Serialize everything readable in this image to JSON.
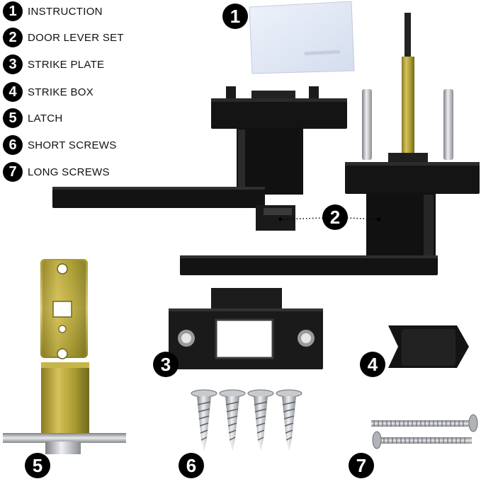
{
  "legend": [
    {
      "num": "1",
      "label": "INSTRUCTION"
    },
    {
      "num": "2",
      "label": "DOOR LEVER SET"
    },
    {
      "num": "3",
      "label": "STRIKE PLATE"
    },
    {
      "num": "4",
      "label": "STRIKE BOX"
    },
    {
      "num": "5",
      "label": "LATCH"
    },
    {
      "num": "6",
      "label": "SHORT SCREWS"
    },
    {
      "num": "7",
      "label": "LONG SCREWS"
    }
  ],
  "callouts": {
    "instruction": "1",
    "lever_set": "2",
    "strike_plate": "3",
    "strike_box": "4",
    "latch": "5",
    "short_screws": "6",
    "long_screws": "7"
  },
  "colors": {
    "hardware_black": "#121212",
    "brass_plating": "#b9a23a",
    "steel": "#b7b9bc",
    "paper_blue": "#dfe7f5"
  }
}
